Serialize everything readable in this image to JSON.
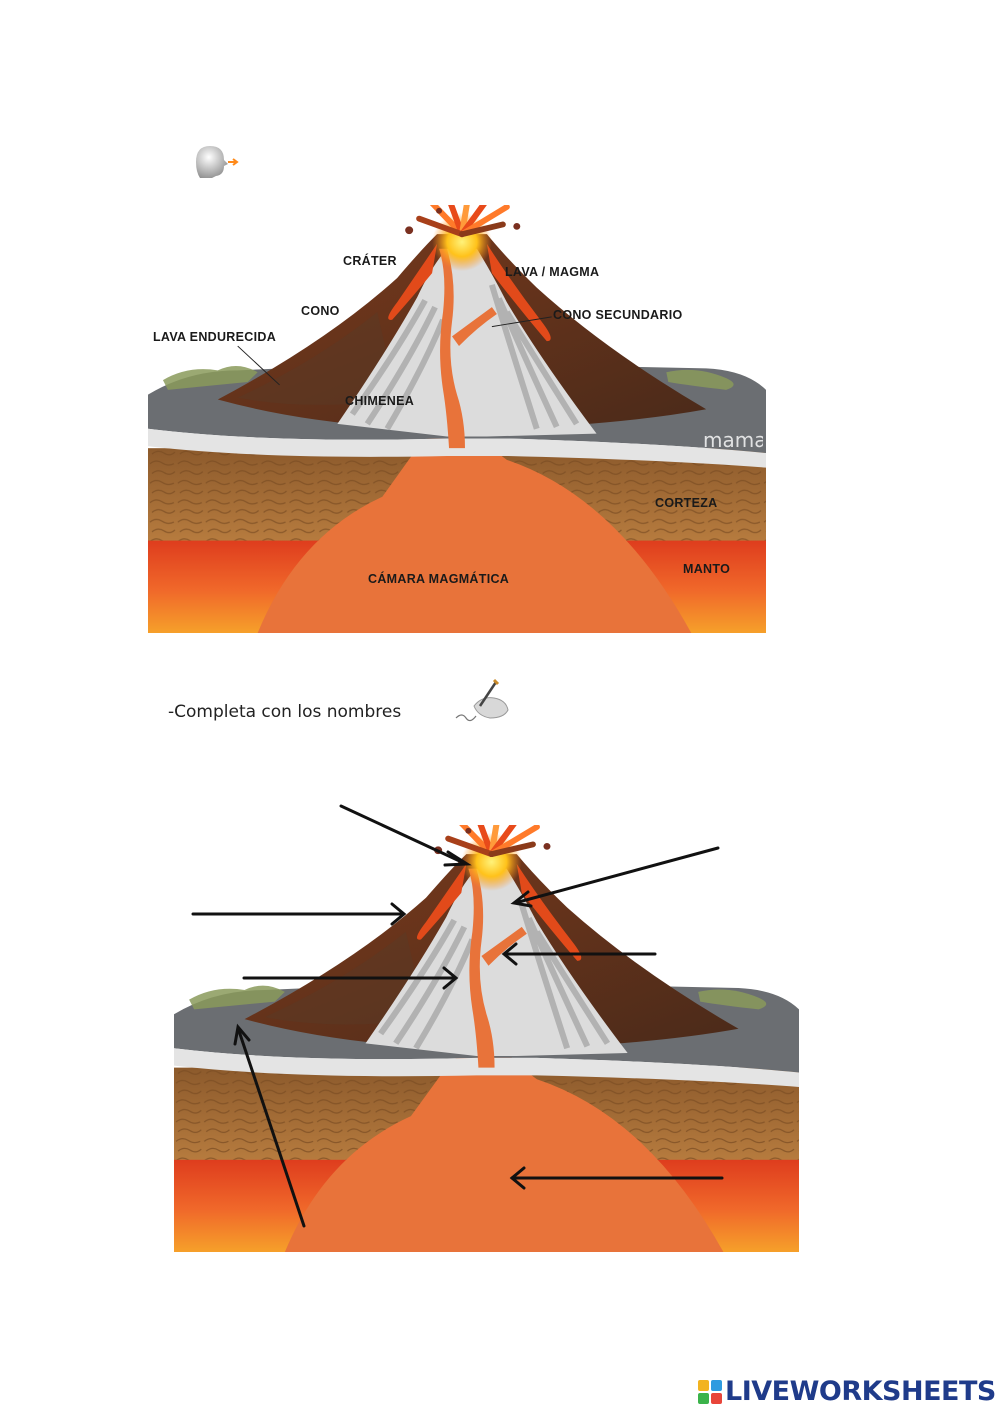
{
  "labels": {
    "crater": "CRÁTER",
    "lava_magma": "LAVA / MAGMA",
    "cono": "CONO",
    "cono_secundario": "CONO SECUNDARIO",
    "lava_endurecida": "LAVA ENDURECIDA",
    "chimenea": "CHIMENEA",
    "corteza": "CORTEZA",
    "manto": "MANTO",
    "camara_magmatica": "CÁMARA MAGMÁTICA"
  },
  "watermark": "mama",
  "instruction": "-Completa con los nombres",
  "brand": "LIVEWORKSHEETS",
  "colors": {
    "magma": "#e8733a",
    "mantle_red": "#e03a1a",
    "crust_brown": "#a8703a",
    "rock_grey": "#6b6e72",
    "cone_brown": "#6a3a20",
    "strata_light": "#e6e6e6",
    "brand_blue": "#1f3b8a"
  }
}
